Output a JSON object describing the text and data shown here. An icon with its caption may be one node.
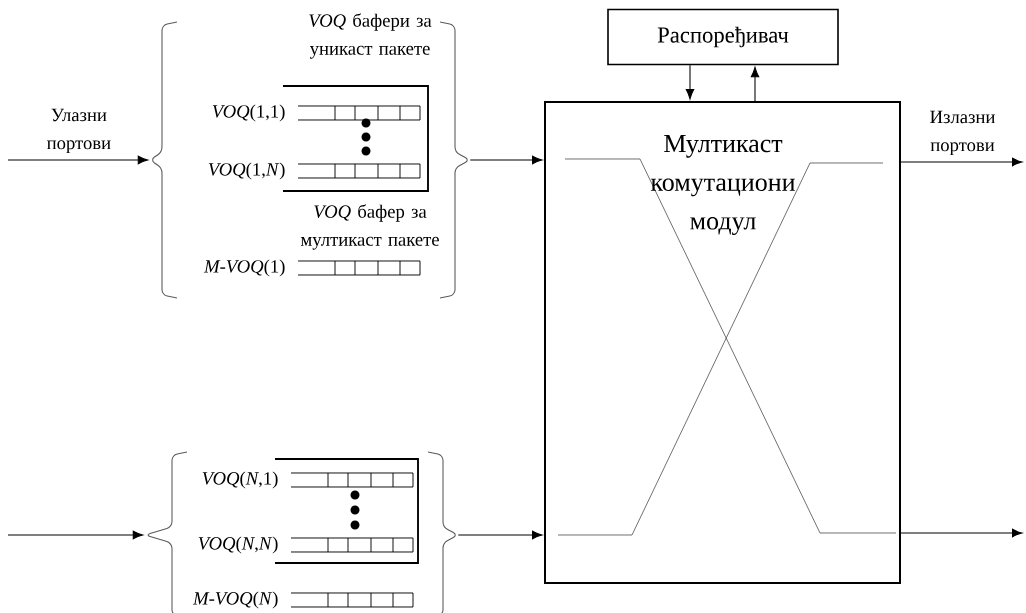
{
  "diagram": {
    "nodes": [
      {
        "text": [
          "Распоређивач"
        ]
      },
      {
        "text": [
          "Мултикаст комутациони модул"
        ]
      },
      {
        "text": [
          "*VOQ* бафери за уникаст пакете",
          "*VOQ* бафер за мултикаст пакете"
        ]
      },
      {
        "text": [
          "*VOQ*(1,1)"
        ],
        "in": 2
      },
      {
        "text": [
          "*VOQ*(1,*N*)"
        ],
        "in": 2
      },
      {
        "text": [
          "*M-VOQ*(1)"
        ],
        "in": 2
      },
      {
        "text": [],
        "shape": "bracket"
      },
      {
        "text": [
          "*VOQ*(*N*,1)"
        ],
        "in": 6
      },
      {
        "text": [
          "*VOQ*(*N*,*N*)"
        ],
        "in": 6
      },
      {
        "text": [
          "*M-VOQ*(*N*)"
        ],
        "in": 6
      }
    ],
    "edges": [
      {
        "from": null,
        "to": 2,
        "arrow": "to",
        "label": "Улазни портови"
      },
      {
        "from": 2,
        "to": 1,
        "arrow": "to"
      },
      {
        "from": 1,
        "to": null,
        "arrow": "to",
        "label": "Излазни портови"
      },
      {
        "from": 0,
        "to": 1,
        "arrow": "to"
      },
      {
        "from": 1,
        "to": 0,
        "arrow": "to"
      },
      {
        "from": null,
        "to": 6,
        "arrow": "to"
      },
      {
        "from": 6,
        "to": 1,
        "arrow": "to"
      },
      {
        "from": 1,
        "to": null,
        "arrow": "to"
      }
    ]
  }
}
